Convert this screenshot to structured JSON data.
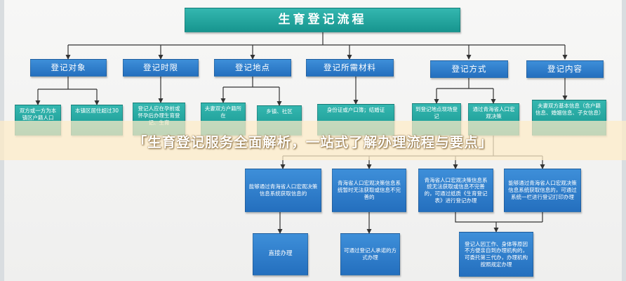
{
  "diagram": {
    "title": "生育登记流程",
    "categories": [
      {
        "label": "登记对象"
      },
      {
        "label": "登记时限"
      },
      {
        "label": "登记地点"
      },
      {
        "label": "登记所需材料"
      },
      {
        "label": "登记方式"
      },
      {
        "label": "登记内容"
      }
    ],
    "leaves": [
      {
        "text": "双方或一方为本镇区户籍人口"
      },
      {
        "text": "本镇区居住超过30"
      },
      {
        "text": "登记人应在孕前或怀孕后办理生育登记、生育"
      },
      {
        "text": "夫妻双方户籍所在"
      },
      {
        "text": "乡镇、社区"
      },
      {
        "text": "身份证或户口簿；结婚证"
      },
      {
        "text": "到登记地点现场登记"
      },
      {
        "text": "通过青海省人口宏观决策"
      },
      {
        "text": "夫妻双方基本信息（含户籍信息、婚姻信息、子女信息）"
      }
    ],
    "process": [
      {
        "text": "能够通过青海省人口宏观决策信息系统获取信息的"
      },
      {
        "text": "青海省人口宏观决策信息系统暂时无法获取或信息不完善的"
      },
      {
        "text": "青海省人口宏观决策信息系统无法获取或信息不完善的，可通过纸质《生育登记表》进行登记办理"
      },
      {
        "text": "能够通过青海省人口宏观决策信息系统获取信息的，可通过系统一栏进行登记打印办理"
      },
      {
        "text": "直接办理"
      },
      {
        "text": "可通过登记人承诺的方式办理"
      },
      {
        "text": "登记人因工作、身体等原因不方便亲自到办理机构的，可委托第三代办，办理机构按照规定办理"
      }
    ]
  },
  "banner": {
    "text": "「生育登记服务全面解析，一站式了解办理流程与要点」"
  },
  "colors": {
    "title_fill": "#1f9e97",
    "category_fill": "#2f7fcf",
    "leaf_fill": "#1ea39c",
    "connector": "#333333"
  }
}
